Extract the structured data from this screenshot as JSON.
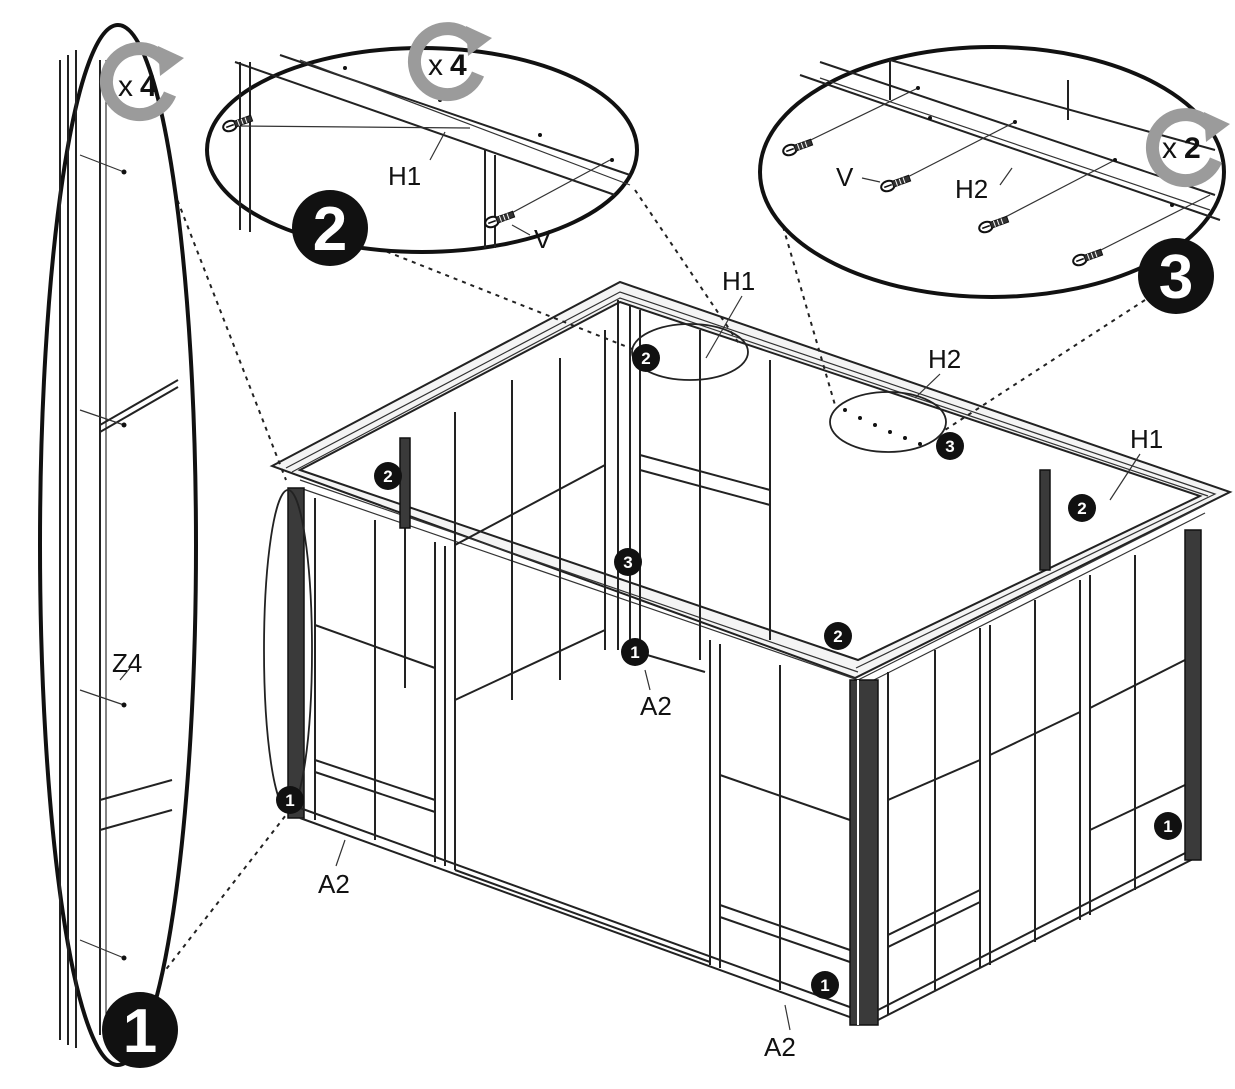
{
  "steps": [
    {
      "number": "1",
      "quantity_prefix": "x",
      "quantity": "4",
      "parts": [
        "Z4"
      ]
    },
    {
      "number": "2",
      "quantity_prefix": "x",
      "quantity": "4",
      "parts": [
        "H1",
        "V"
      ]
    },
    {
      "number": "3",
      "quantity_prefix": "x",
      "quantity": "2",
      "parts": [
        "V",
        "H2"
      ]
    }
  ],
  "main_labels": {
    "h1_top": "H1",
    "h2_top": "H2",
    "h1_right": "H1",
    "a2_left": "A2",
    "a2_center": "A2",
    "a2_bottom": "A2"
  },
  "markers": [
    "1",
    "2",
    "3"
  ],
  "colors": {
    "badge": "#111111",
    "rotate_arrow": "#9b9b9b",
    "line": "#222222"
  },
  "icons": [
    "rotate-clockwise-icon",
    "screw-icon"
  ]
}
